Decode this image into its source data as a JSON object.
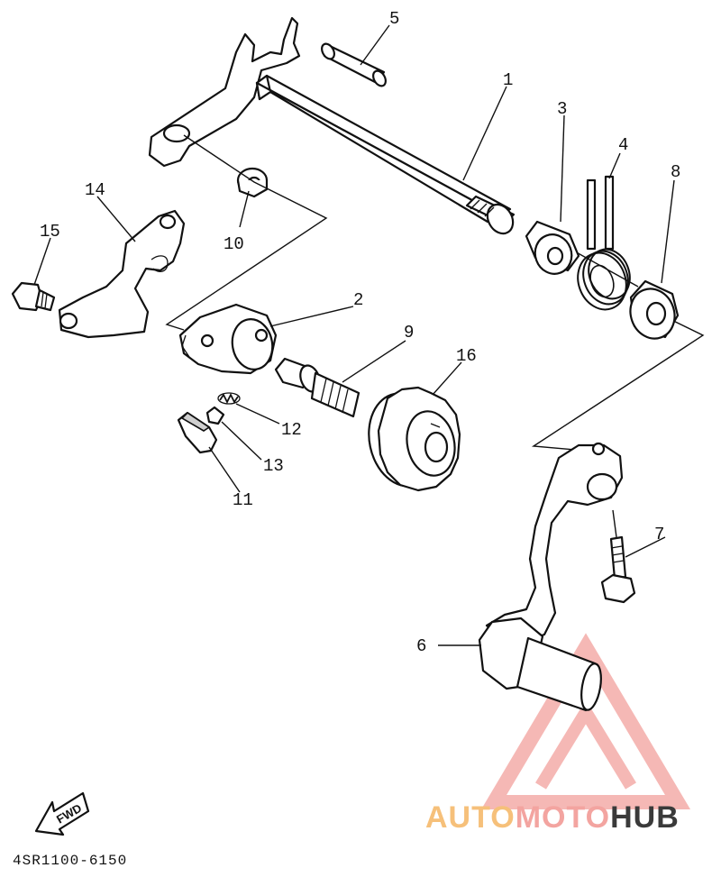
{
  "diagram": {
    "callouts": [
      {
        "id": "c1",
        "text": "1"
      },
      {
        "id": "c2",
        "text": "2"
      },
      {
        "id": "c3",
        "text": "3"
      },
      {
        "id": "c4",
        "text": "4"
      },
      {
        "id": "c5",
        "text": "5"
      },
      {
        "id": "c6",
        "text": "6"
      },
      {
        "id": "c7",
        "text": "7"
      },
      {
        "id": "c8",
        "text": "8"
      },
      {
        "id": "c9",
        "text": "9"
      },
      {
        "id": "c10",
        "text": "10"
      },
      {
        "id": "c11",
        "text": "11"
      },
      {
        "id": "c12",
        "text": "12"
      },
      {
        "id": "c13",
        "text": "13"
      },
      {
        "id": "c14",
        "text": "14"
      },
      {
        "id": "c15",
        "text": "15"
      },
      {
        "id": "c16",
        "text": "16"
      }
    ],
    "fwd_label": "FWD",
    "drawing_code": "4SR1100-6150"
  },
  "watermark": {
    "part1": "AUTO",
    "part2": "MOTO",
    "part3": "HUB",
    "colors": {
      "auto": "#f6c07a",
      "moto": "#f3a4a0",
      "hub": "#3a3a3a",
      "triangle": "#f08a84"
    }
  }
}
